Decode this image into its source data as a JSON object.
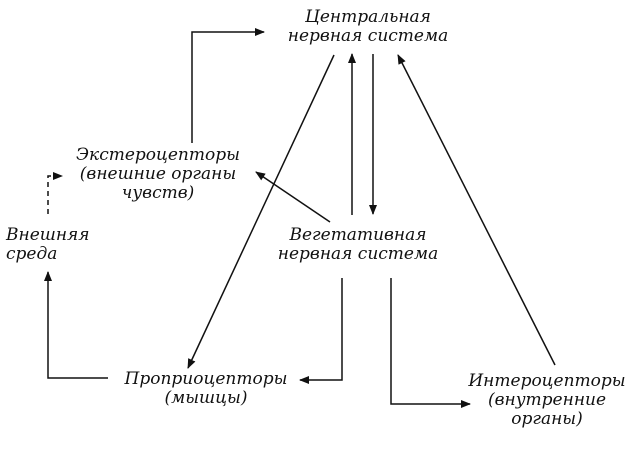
{
  "nodes": {
    "cns": {
      "line1": "Центральная",
      "line2": "нервная система"
    },
    "extero": {
      "line1": "Экстероцепторы",
      "line2": "(внешние органы",
      "line3": "чувств)"
    },
    "env": {
      "line1": "Внешняя",
      "line2": "среда"
    },
    "veg": {
      "line1": "Вегетативная",
      "line2": "нервная  система"
    },
    "proprio": {
      "line1": "Проприоцепторы",
      "line2": "(мышцы)"
    },
    "intero": {
      "line1": "Интероцепторы",
      "line2": "(внутренние",
      "line3": "органы)"
    }
  },
  "colors": {
    "ink": "#111111",
    "background": "#ffffff"
  }
}
